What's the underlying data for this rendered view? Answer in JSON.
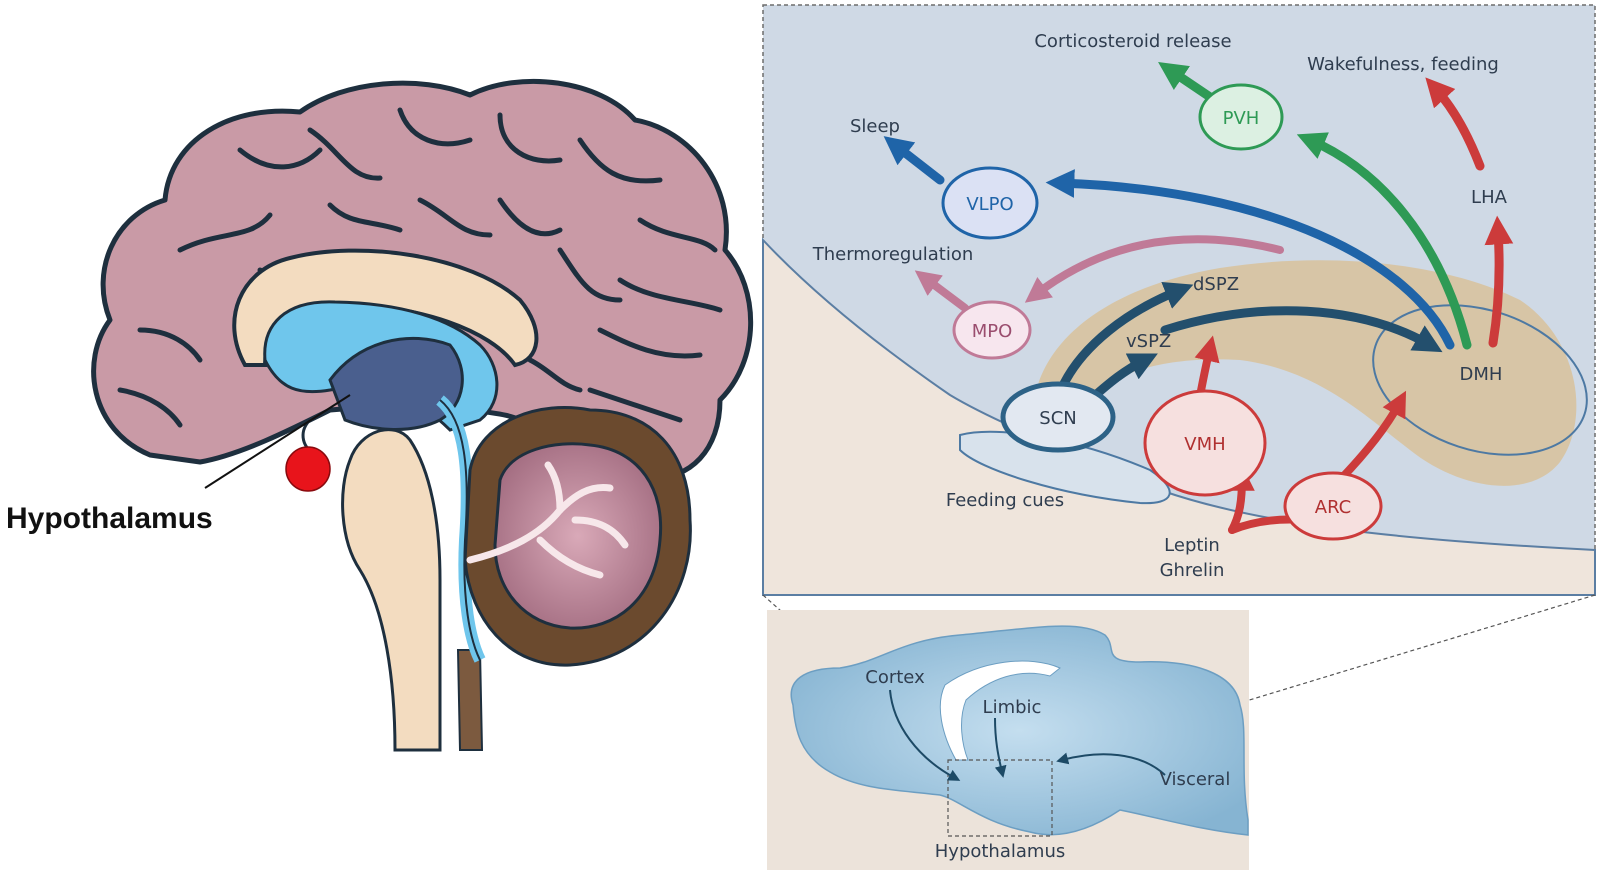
{
  "left_figure": {
    "label": "Hypothalamus"
  },
  "right_figure": {
    "outputs": {
      "corticosteroid": "Corticosteroid release",
      "wakefulness": "Wakefulness, feeding",
      "sleep": "Sleep",
      "thermo": "Thermoregulation"
    },
    "nodes": {
      "pvh": "PVH",
      "vlpo": "VLPO",
      "lha": "LHA",
      "mpo": "MPO",
      "dspz": "dSPZ",
      "vspz": "vSPZ",
      "dmh": "DMH",
      "scn": "SCN",
      "vmh": "VMH",
      "arc": "ARC"
    },
    "inputs": {
      "feeding_cues": "Feeding cues",
      "leptin": "Leptin",
      "ghrelin": "Ghrelin"
    }
  },
  "inset": {
    "cortex": "Cortex",
    "limbic": "Limbic",
    "visceral": "Visceral",
    "hypothalamus": "Hypothalamus"
  },
  "colors": {
    "blue_arrow": "#1f64a8",
    "green_arrow": "#2e9a55",
    "red_arrow": "#cc3b3b",
    "pink_arrow": "#c07a97",
    "dark_arrow": "#234f6d"
  }
}
